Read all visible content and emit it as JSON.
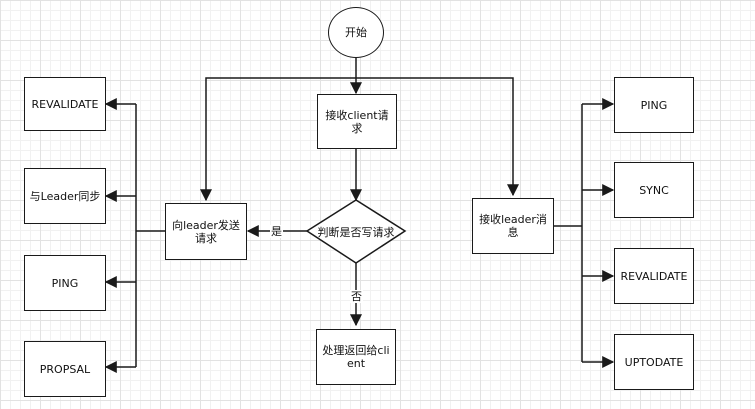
{
  "nodes": {
    "start": "开始",
    "receive_client": "接收client请求",
    "is_write": "判断是否写请求",
    "handle_return": "处理返回给client",
    "send_to_leader": "向leader发送请求",
    "receive_leader": "接收leader消息",
    "left_revalidate": "REVALIDATE",
    "left_sync_leader": "与Leader同步",
    "left_ping": "PING",
    "left_propsal": "PROPSAL",
    "right_ping": "PING",
    "right_sync": "SYNC",
    "right_revalidate": "REVALIDATE",
    "right_uptodate": "UPTODATE"
  },
  "edge_labels": {
    "yes": "是",
    "no": "否"
  },
  "colors": {
    "stroke": "#1a1a1a",
    "fill": "#ffffff",
    "grid": "#e2e2e2"
  }
}
